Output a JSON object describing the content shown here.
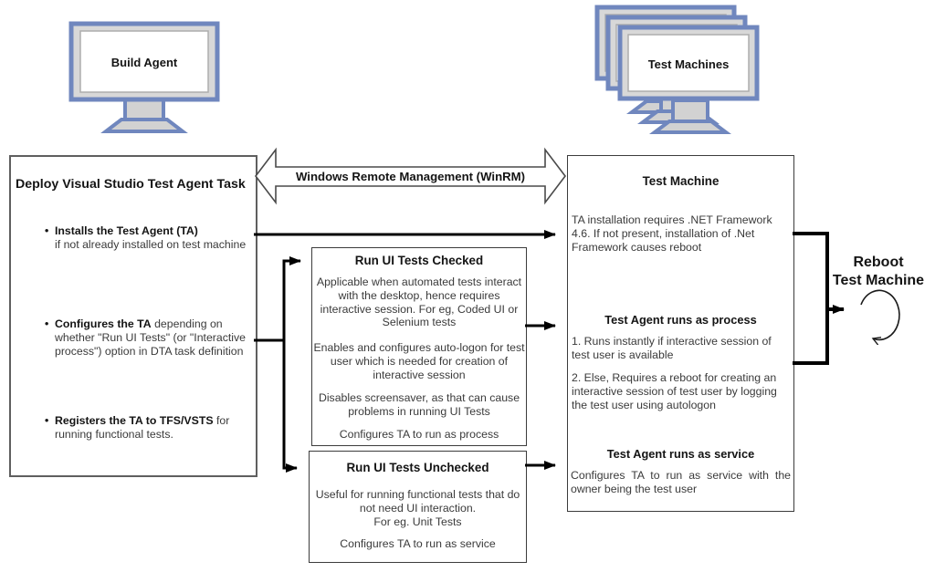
{
  "build_agent": {
    "label": "Build Agent"
  },
  "test_machines": {
    "label": "Test Machines"
  },
  "winrm_arrow": {
    "label": "Windows Remote Management (WinRM)"
  },
  "deploy_box": {
    "title": "Deploy Visual Studio Test Agent Task",
    "bullet1": {
      "bold": "Installs the Test Agent (TA)",
      "text": "if not already installed on test machine"
    },
    "bullet2": {
      "bold": "Configures the TA",
      "text": " depending on whether \"Run UI Tests\" (or \"Interactive process\") option in DTA task definition"
    },
    "bullet3": {
      "bold": "Registers the TA to TFS/VSTS",
      "text": " for running functional tests."
    }
  },
  "checked_box": {
    "title": "Run UI Tests Checked",
    "p1": "Applicable when automated tests interact with the desktop, hence requires interactive session. For eg, Coded UI or Selenium tests",
    "p2": "Enables and configures auto-logon for test user which is needed for creation of interactive session",
    "p3": "Disables screensaver, as that can cause problems in running UI Tests",
    "p4": "Configures TA to run as process"
  },
  "unchecked_box": {
    "title": "Run UI Tests Unchecked",
    "p1a": "Useful for running functional tests that do not need UI interaction.",
    "p1b": "For eg. Unit Tests",
    "p2": "Configures TA to run as service"
  },
  "test_machine_box": {
    "title": "Test Machine",
    "intro": "TA installation requires .NET Framework 4.6. If not present, installation of .Net Framework causes reboot",
    "process_heading": "Test Agent runs as process",
    "process_item1": "1. Runs instantly if interactive session of test user is available",
    "process_item2": "2. Else, Requires a reboot for creating an interactive session of test user by logging the test user using autologon",
    "service_heading": "Test Agent runs as service",
    "service_text": "Configures TA to run as service with the owner being the test user"
  },
  "reboot": {
    "line1": "Reboot",
    "line2": "Test Machine"
  },
  "colors": {
    "monitor_blue": "#7087BE",
    "monitor_bezel": "#D8D8D8",
    "arrow_black": "#000000",
    "box_border": "#3c3c3c"
  }
}
